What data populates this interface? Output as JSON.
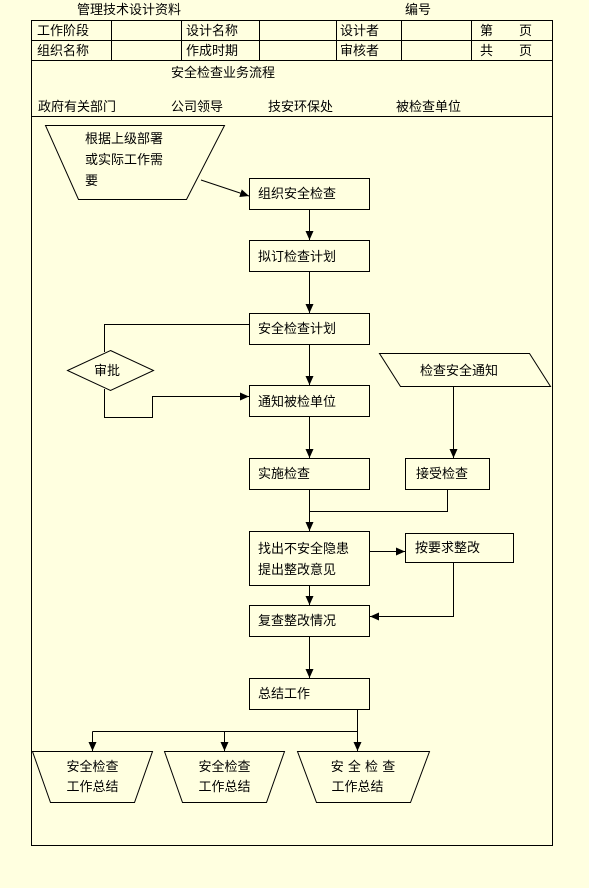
{
  "header": {
    "doc_title": "管理技术设计资料",
    "number_label": "编号",
    "row1": {
      "stage": "工作阶段",
      "design_name": "设计名称",
      "designer": "设计者",
      "page_no": "第　　页"
    },
    "row2": {
      "org_name": "组织名称",
      "made_date": "作成时期",
      "reviewer": "审核者",
      "total_pages": "共　　页"
    }
  },
  "flow_title": "安全检查业务流程",
  "lanes": [
    "政府有关部门",
    "公司领导",
    "技安环保处",
    "被检查单位"
  ],
  "nodes": {
    "basis": [
      "根据上级部署",
      "或实际工作需",
      "要"
    ],
    "organize": "组织安全检查",
    "draft_plan": "拟订检查计划",
    "plan": "安全检查计划",
    "approve": "审批",
    "notice_doc": "检查安全通知",
    "notify": "通知被检单位",
    "implement": "实施检查",
    "accept": "接受检查",
    "find_issues": [
      "找出不安全隐患",
      "提出整改意见"
    ],
    "rectify": "按要求整改",
    "recheck": "复查整改情况",
    "summary": "总结工作",
    "report1": [
      "安全检查",
      "工作总结"
    ],
    "report2": [
      "安全检查",
      "工作总结"
    ],
    "report3": [
      "安 全 检 查",
      "工作总结"
    ]
  }
}
